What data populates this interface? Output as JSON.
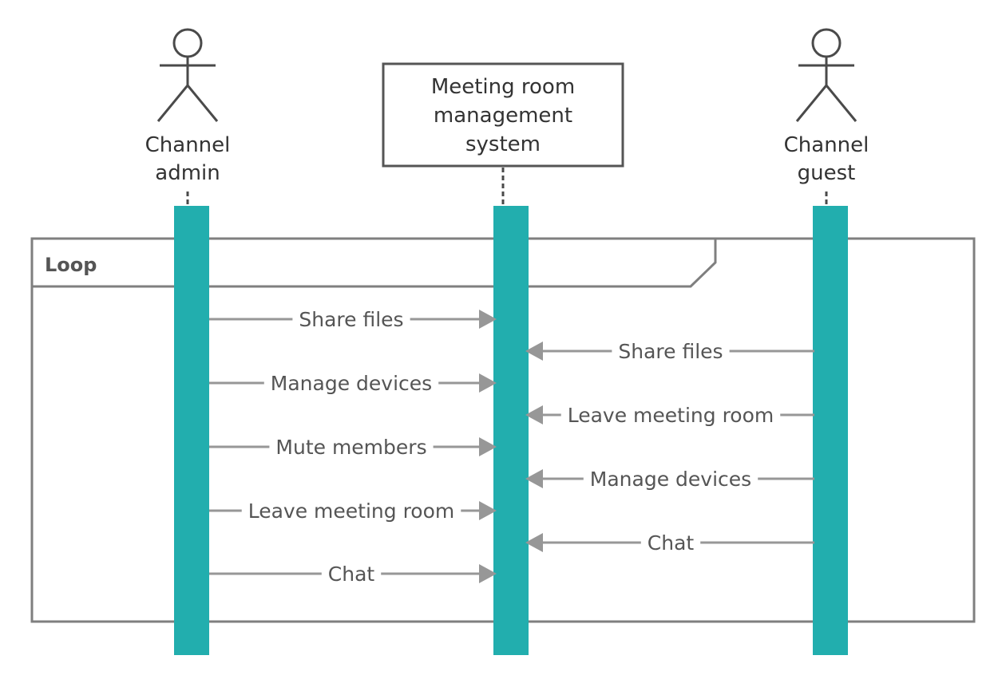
{
  "participants": {
    "admin": {
      "label_lines": [
        "Channel",
        "admin"
      ]
    },
    "system": {
      "label_lines": [
        "Meeting room",
        "management",
        "system"
      ]
    },
    "guest": {
      "label_lines": [
        "Channel",
        "guest"
      ]
    }
  },
  "frame": {
    "label": "Loop"
  },
  "messages_admin_to_system": [
    {
      "label": "Share files"
    },
    {
      "label": "Manage devices"
    },
    {
      "label": "Mute members"
    },
    {
      "label": "Leave meeting room"
    },
    {
      "label": "Chat"
    }
  ],
  "messages_guest_to_system": [
    {
      "label": "Share files"
    },
    {
      "label": "Leave meeting room"
    },
    {
      "label": "Manage devices"
    },
    {
      "label": "Chat"
    }
  ],
  "colors": {
    "activation": "#22aeae",
    "arrow": "#979797",
    "frame": "#7f7f7f",
    "actor": "#4a4a4a",
    "text": "#555555"
  }
}
